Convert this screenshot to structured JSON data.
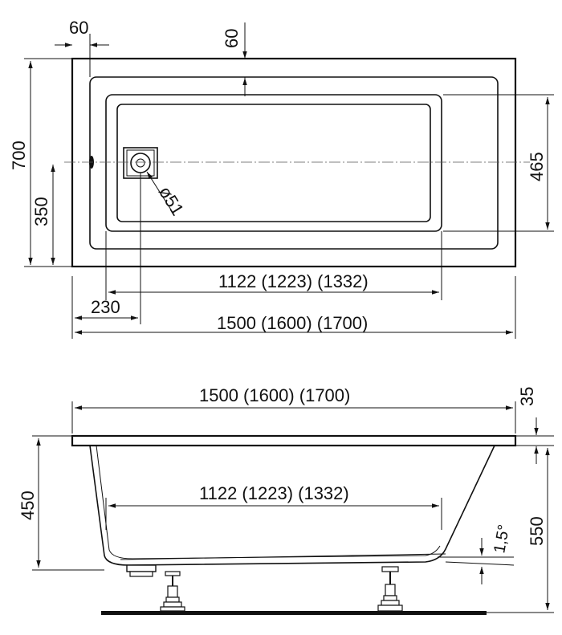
{
  "top_view": {
    "width_dim": "700",
    "half_width_dim": "350",
    "inner_width_dim": "465",
    "rim_offset_left": "60",
    "rim_offset_top": "60",
    "drain_offset": "230",
    "drain_diameter": "ø51",
    "inner_length_dim": "1122 (1223) (1332)",
    "outer_length_dim": "1500 (1600) (1700)"
  },
  "side_view": {
    "outer_length_dim": "1500 (1600) (1700)",
    "inner_length_dim": "1122 (1223) (1332)",
    "rim_thickness_dim": "35",
    "depth_dim": "450",
    "total_height_dim": "550",
    "slope_angle": "1,5°"
  }
}
